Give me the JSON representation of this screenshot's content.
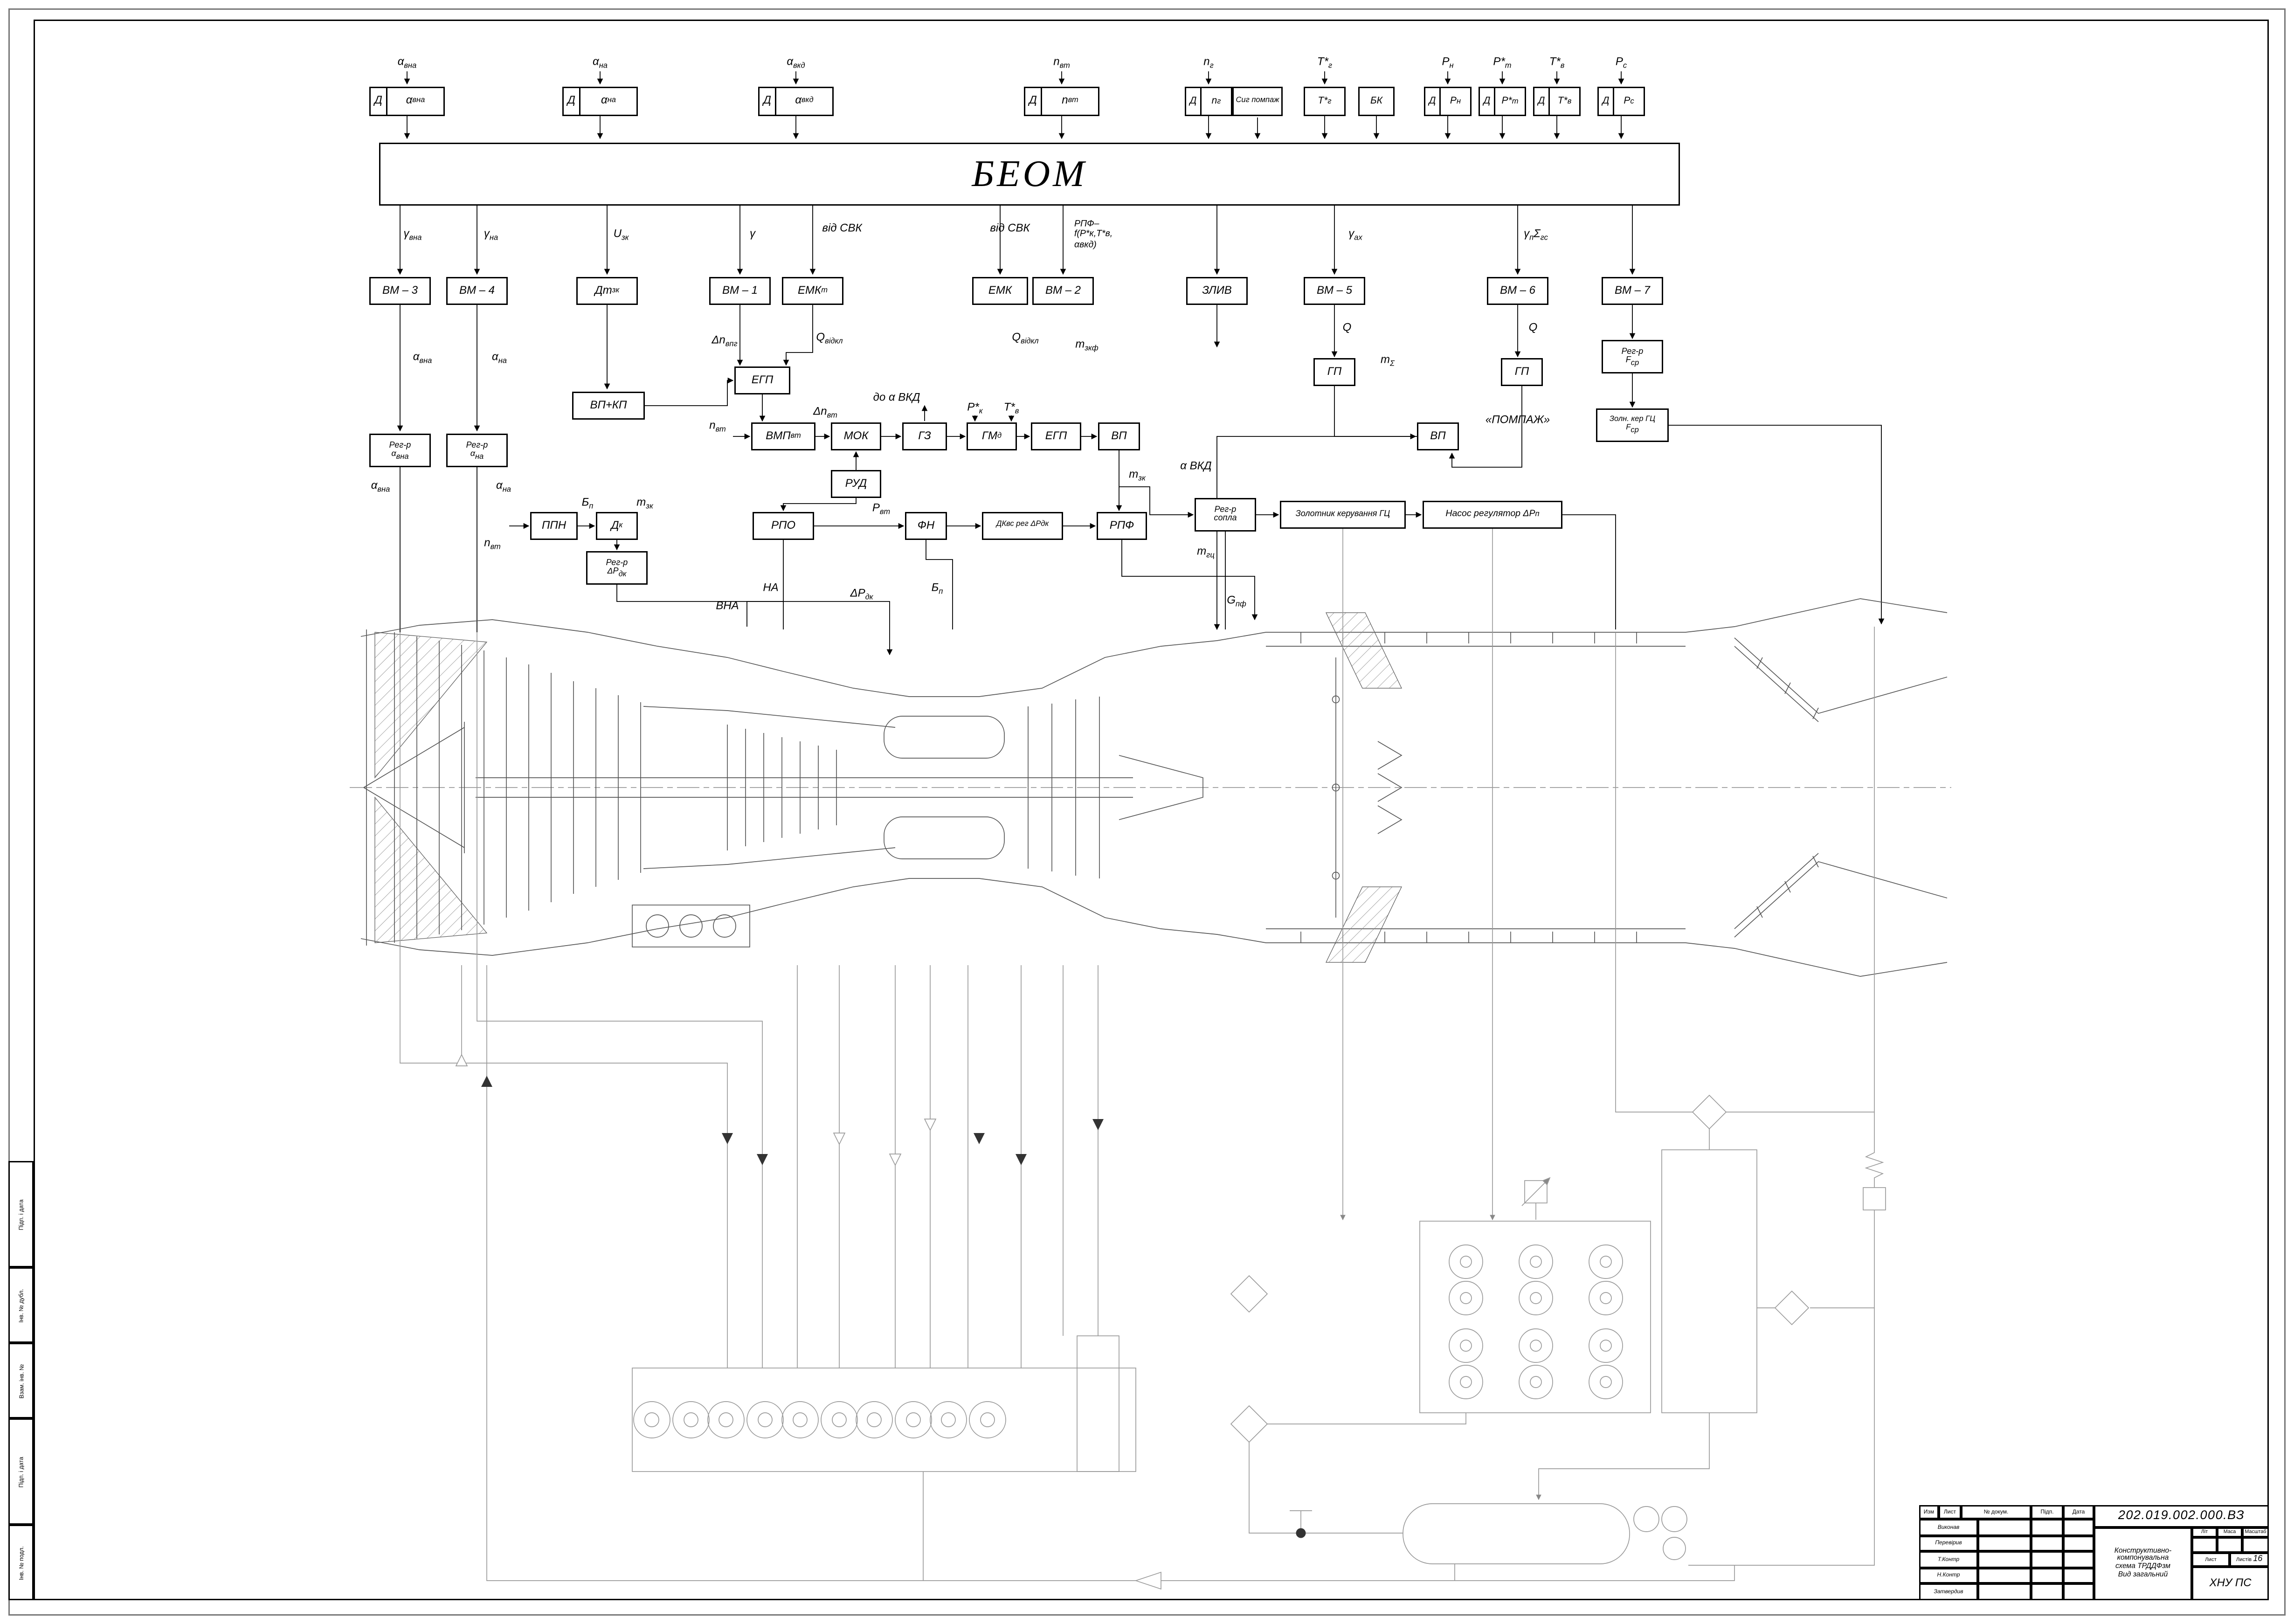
{
  "doc": {
    "number": "202.019.002.000.ВЗ",
    "title": "Конструктивно-компонувальна\nсхема ТРДДФзм\nВид загальний",
    "org": "ХНУ ПС",
    "lit": "Літ",
    "mass": "Маса",
    "scale": "Масштаб",
    "sheet": "Лист",
    "sheets": "Листів",
    "sheets_value": "16",
    "cols": {
      "izm": "Изм",
      "list": "Лист",
      "doc": "№ докум.",
      "sign": "Підп.",
      "date": "Дата"
    },
    "rows": [
      {
        "role": "Виконав",
        "name": ""
      },
      {
        "role": "Перевірив",
        "name": ""
      },
      {
        "role": "Т.Контр",
        "name": ""
      },
      {
        "role": "Н.Контр",
        "name": ""
      },
      {
        "role": "Затвердив",
        "name": ""
      }
    ],
    "edge": [
      "Підп. і дата",
      "Інв. № дубл.",
      "Взам. інв. №",
      "Підп. і дата",
      "Інв. № подл."
    ]
  },
  "beom": "БЕОМ",
  "sens": [
    {
      "lb": "α",
      "ls": "вна",
      "p": "Д",
      "bb": "α",
      "bs": "вна"
    },
    {
      "lb": "α",
      "ls": "на",
      "p": "Д",
      "bb": "α",
      "bs": "на"
    },
    {
      "lb": "α",
      "ls": "вкд",
      "p": "Д",
      "bb": "α",
      "bs": "вкд"
    },
    {
      "lb": "n",
      "ls": "вт",
      "p": "Д",
      "bb": "n",
      "bs": "вт"
    },
    {
      "lb": "n",
      "ls": "г",
      "p": "Д",
      "bb": "n",
      "bs": "г"
    },
    {
      "lb": "",
      "ls": "",
      "p": "",
      "bb": "Сиг помпаж",
      "bs": ""
    },
    {
      "lb": "Т*",
      "ls": "г",
      "p": "",
      "bb": "Т*",
      "bs": "г"
    },
    {
      "lb": "",
      "ls": "",
      "p": "",
      "bb": "БК",
      "bs": ""
    },
    {
      "lb": "Р",
      "ls": "н",
      "p": "Д",
      "bb": "Р",
      "bs": "н"
    },
    {
      "lb": "Р*",
      "ls": "т",
      "p": "Д",
      "bb": "Р*",
      "bs": "т"
    },
    {
      "lb": "Т*",
      "ls": "в",
      "p": "Д",
      "bb": "Т*",
      "bs": "в"
    },
    {
      "lb": "Р",
      "ls": "с",
      "p": "Д",
      "bb": "Р",
      "bs": "с"
    }
  ],
  "out": {
    "gvna_b": "γ",
    "gvna_s": "вна",
    "gna_b": "γ",
    "gna_s": "на",
    "uzk_b": "U",
    "uzk_s": "зк",
    "gamma": "γ",
    "svk1": "від СВК",
    "svk2": "від СВК",
    "rpf": "РПФ–\nf(Р*к,Т*в,\nαвкд)",
    "gax_b": "γ",
    "gax_s": "ах",
    "gp_b": "γ",
    "gp_s": "п",
    "sum_b": "Σ",
    "sum_s": "гс"
  },
  "vm": [
    {
      "b": "ВМ – 3",
      "s": ""
    },
    {
      "b": "ВМ – 4",
      "s": ""
    },
    {
      "b": "Дт",
      "s": "зк"
    },
    {
      "b": "ВМ – 1",
      "s": ""
    },
    {
      "b": "ЕМК",
      "s": "т"
    },
    {
      "b": "ЕМК",
      "s": ""
    },
    {
      "b": "ВМ – 2",
      "s": ""
    },
    {
      "b": "ЗЛИВ",
      "s": ""
    },
    {
      "b": "ВМ – 5",
      "s": ""
    },
    {
      "b": "ВМ – 6",
      "s": ""
    },
    {
      "b": "ВМ – 7",
      "s": ""
    }
  ],
  "mid": {
    "avna2_b": "α",
    "avna2_s": "вна",
    "ana2_b": "α",
    "ana2_s": "на",
    "dnvpg_b": "Δn",
    "dnvpg_s": "впг",
    "qvid1_b": "Q",
    "qvid1_s": "відкл",
    "qvid2_b": "Q",
    "qvid2_s": "відкл",
    "mzkf_b": "m",
    "mzkf_s": "зкф",
    "egp1": "ЕГП",
    "vpkp": "ВП+КП",
    "q1": "Q",
    "q2": "Q",
    "gp1": "ГП",
    "gp2": "ГП",
    "msum_b": "m",
    "msum_s": "Σ",
    "regfsr1": "Рег-р",
    "regfsr2_b": "F",
    "regfsr2_s": "ср",
    "zoln1": "Золн. кер ГЦ",
    "zoln2_b": "F",
    "zoln2_s": "ср",
    "regavna1": "Рег-р",
    "regavna2_b": "α",
    "regavna2_s": "вна",
    "regana1": "Рег-р",
    "regana2_b": "α",
    "regana2_s": "на",
    "avna3_b": "α",
    "avna3_s": "вна",
    "ana3_b": "α",
    "ana3_s": "на",
    "nvt2_b": "n",
    "nvt2_s": "вт",
    "dnvt_b": "Δn",
    "dnvt_s": "вт",
    "vmp_b": "ВМП",
    "vmp_s": "вт",
    "mok": "МОК",
    "gz": "ГЗ",
    "gmd_b": "ГМ",
    "gmd_s": "д",
    "egp2": "ЕГП",
    "vp1": "ВП",
    "doavkd": "до α ВКД",
    "pk_b": "Р*",
    "pk_s": "к",
    "tv_b": "Т*",
    "tv_s": "в",
    "rud": "РУД",
    "mzk1_b": "m",
    "mzk1_s": "зк",
    "vp2": "ВП",
    "pompazh": "«ПОМПАЖ»",
    "avkd": "α ВКД",
    "bp1_b": "Б",
    "bp1_s": "п",
    "mzk2_b": "m",
    "mzk2_s": "зк",
    "ppn": "ППН",
    "dk_b": "Д",
    "dk_s": "к",
    "nvt3_b": "n",
    "nvt3_s": "вт",
    "regdpdk1": "Рег-р",
    "regdpdk2_b": "ΔР",
    "regdpdk2_s": "дк",
    "rpo": "РПО",
    "pvt_b": "Р",
    "pvt_s": "вт",
    "fn": "ФН",
    "dkvs": "ДКвс рег ΔРдк",
    "rpfbox": "РПФ",
    "regsopla1": "Рег-р",
    "regsopla2": "сопла",
    "mgc_b": "m",
    "mgc_s": "гц",
    "zolotnik": "Золотник керування ГЦ",
    "nasos_b": "Насос регулятор ΔР",
    "nasos_s": "п",
    "na": "НА",
    "vna": "ВНА",
    "dpdk2_b": "ΔР",
    "dpdk2_s": "дк",
    "bp2_b": "Б",
    "bp2_s": "п",
    "gpf_b": "G",
    "gpf_s": "пф"
  }
}
